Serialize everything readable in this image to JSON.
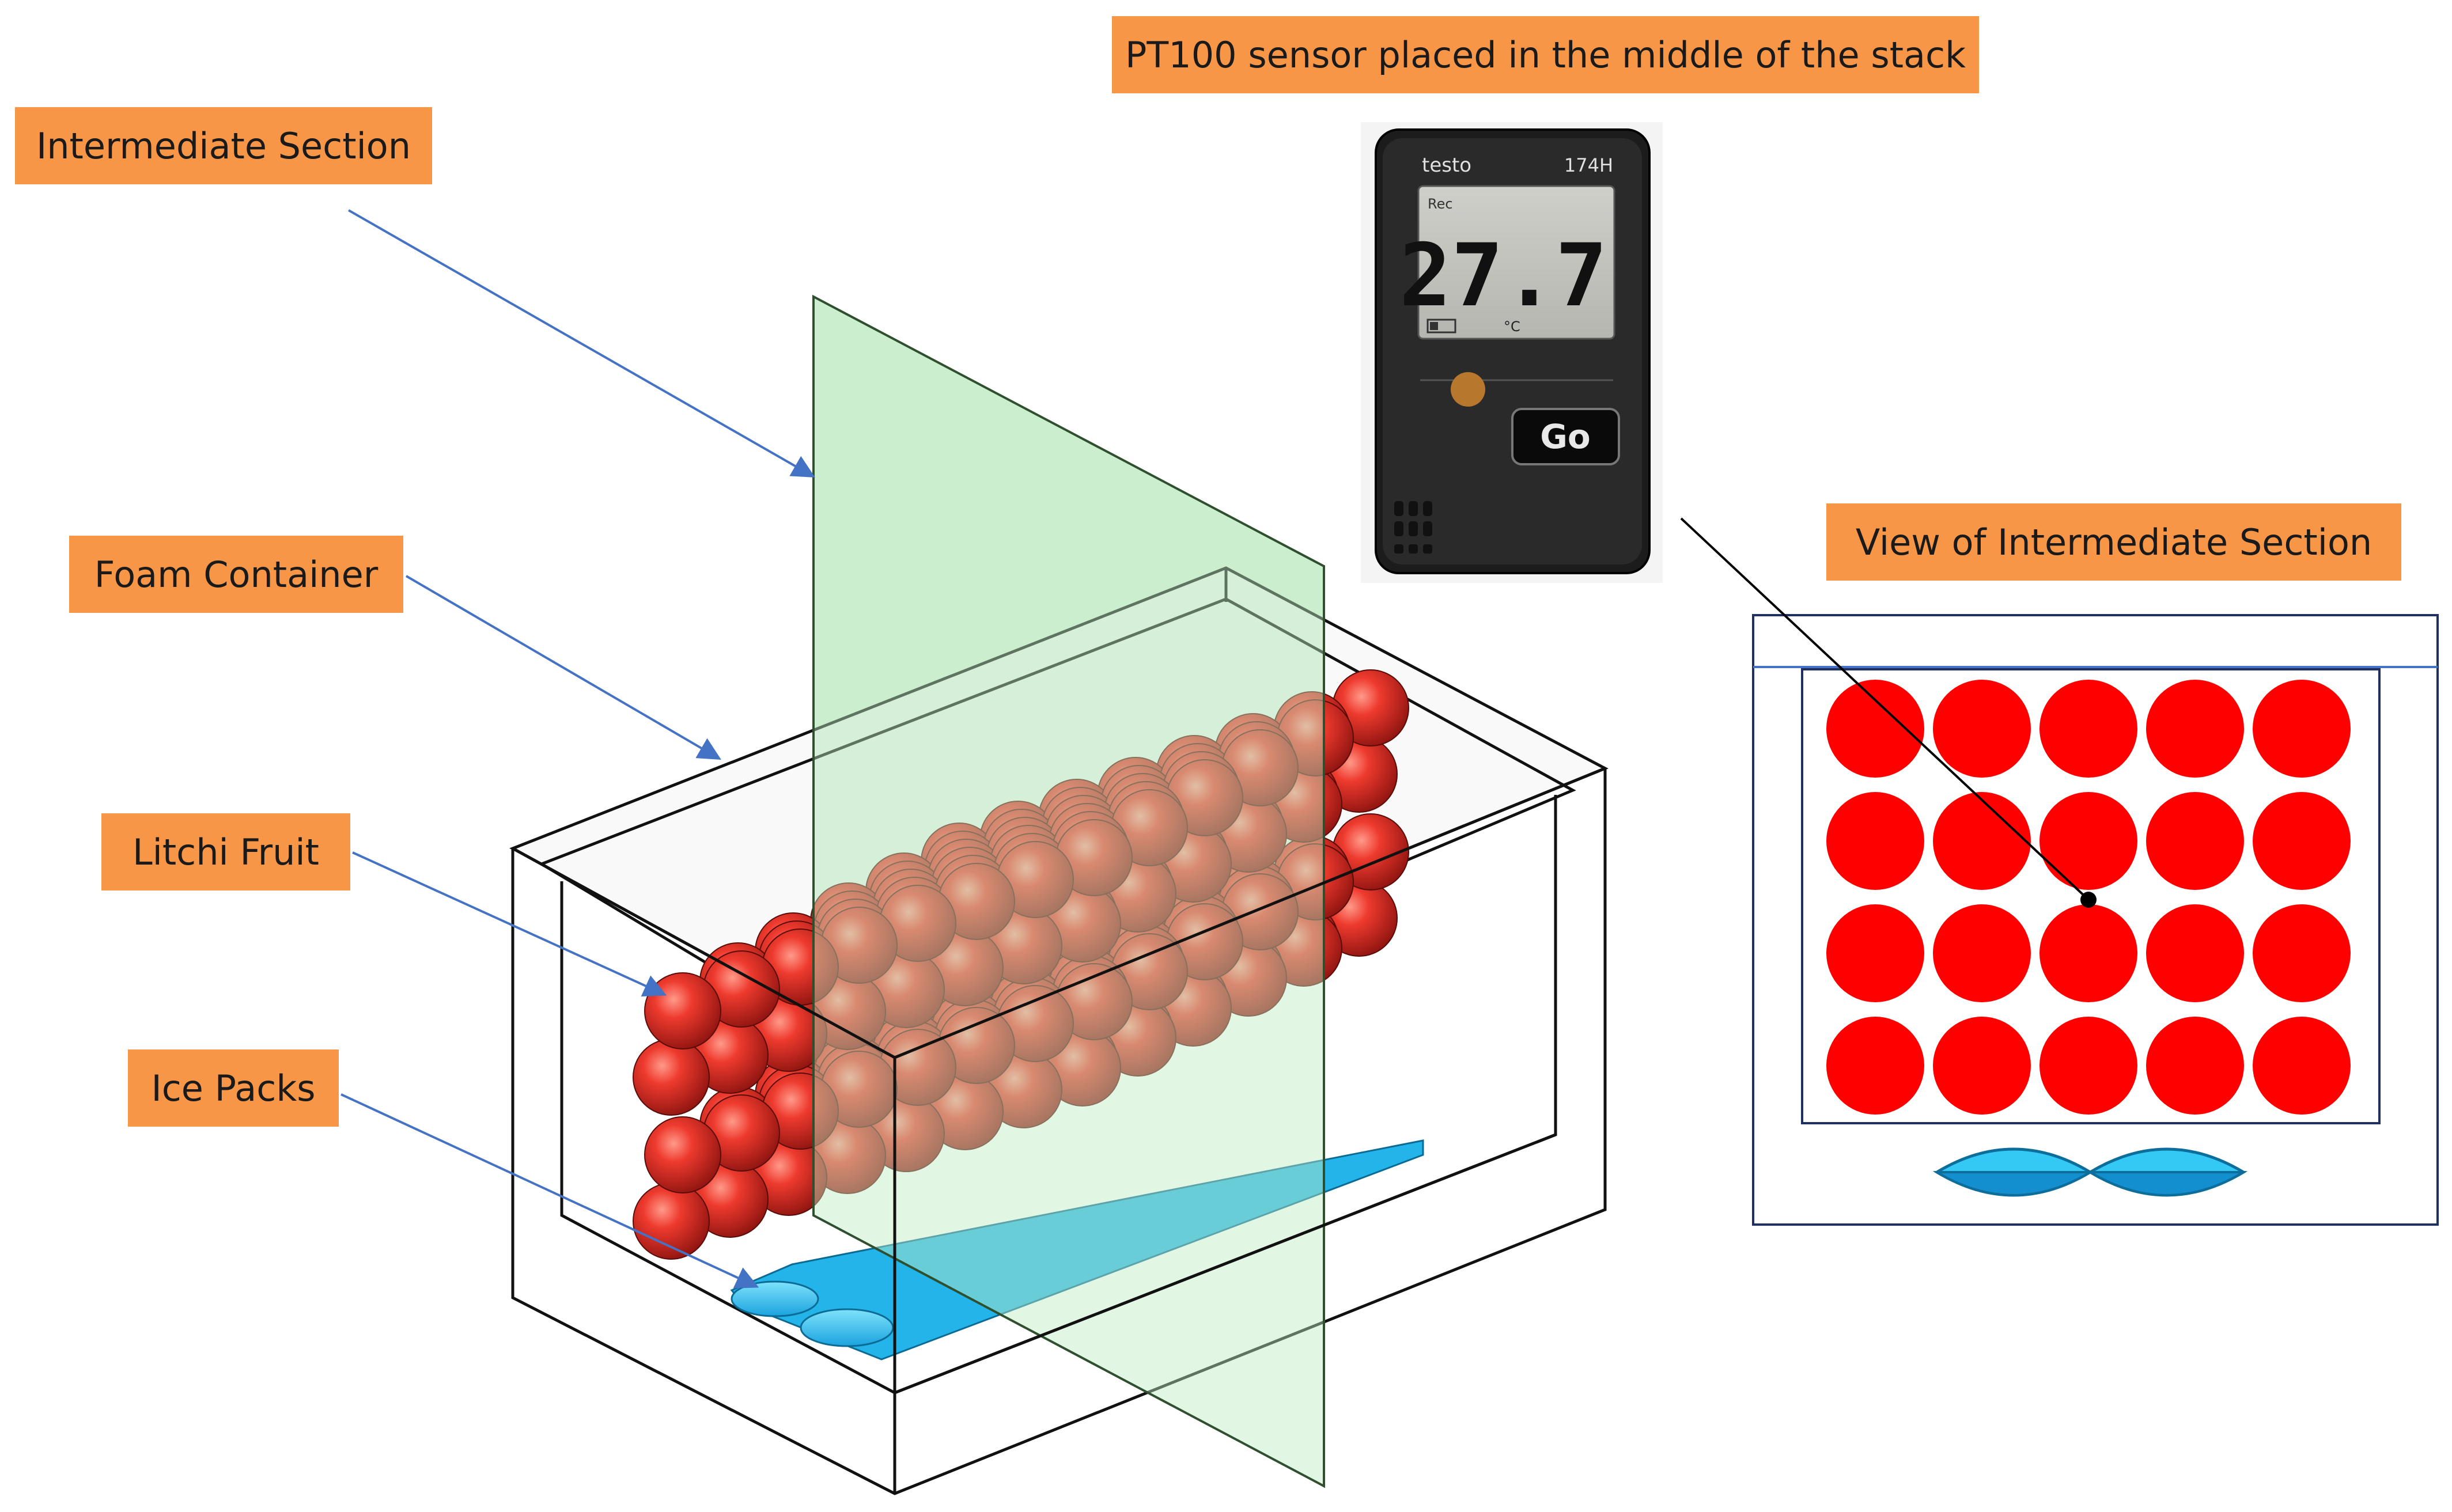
{
  "labels": {
    "sensor": "PT100 sensor placed in the middle of the stack",
    "intermediate_section": "Intermediate Section",
    "foam_container": "Foam Container",
    "litchi_fruit": "Litchi Fruit",
    "ice_packs": "Ice Packs",
    "view_section": "View of Intermediate Section"
  },
  "logger": {
    "brand": "testo",
    "model": "174H",
    "mode": "Rec",
    "reading": "27.7",
    "unit": "°C",
    "button": "Go"
  },
  "section_view": {
    "rows": 4,
    "cols": 5
  },
  "colors": {
    "callout": "#f79646",
    "arrow": "#4472c4",
    "fruit": "#ff0000",
    "fruit_3d": "#e8332a",
    "plane": "#c6efce",
    "ice": "#29c5f6"
  }
}
